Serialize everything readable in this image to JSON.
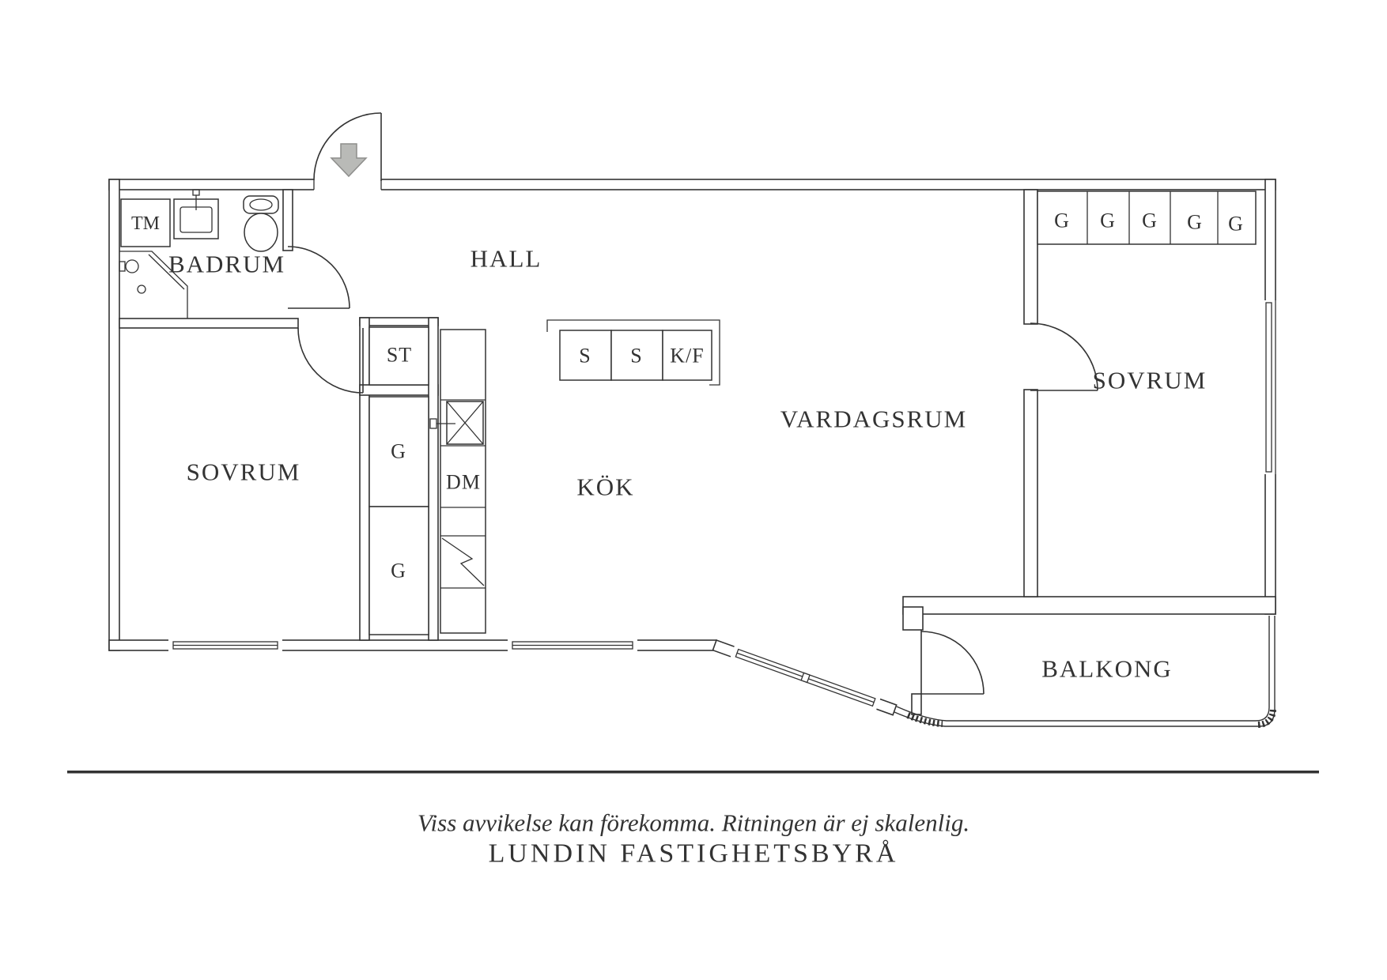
{
  "drawing": {
    "type": "apartment-floor-plan",
    "rooms": {
      "badrum": "BADRUM",
      "hall": "HALL",
      "sovrum_left": "SOVRUM",
      "sovrum_right": "SOVRUM",
      "vardagsrum": "VARDAGSRUM",
      "kok": "KÖK",
      "balkong": "BALKONG"
    },
    "fixtures": {
      "tm": "TM",
      "st": "ST",
      "g_upper": "G",
      "g_lower": "G",
      "dm": "DM",
      "s1": "S",
      "s2": "S",
      "kf": "K/F",
      "bedroom_wardrobes": [
        "G",
        "G",
        "G",
        "G",
        "G"
      ]
    },
    "colors": {
      "line": "#333333",
      "arrow_fill": "#b9bab7",
      "arrow_stroke": "#8e8e8c",
      "background": "#ffffff"
    }
  },
  "footer": {
    "disclaimer": "Viss avvikelse kan förekomma. Ritningen är ej skalenlig.",
    "company": "LUNDIN FASTIGHETSBYRÅ"
  }
}
